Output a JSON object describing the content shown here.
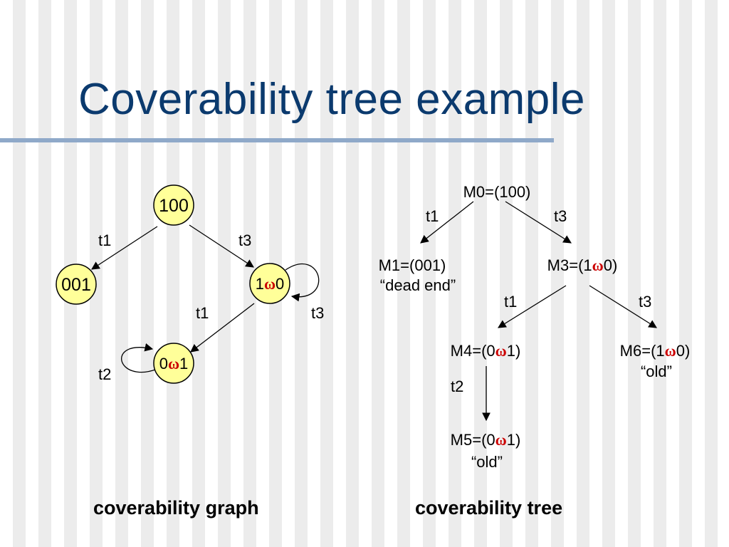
{
  "slide": {
    "title": "Coverability tree example",
    "caption_graph": "coverability graph",
    "caption_tree": "coverability tree"
  },
  "colors": {
    "title": "#0b3a6e",
    "rule": "#8fa9c9",
    "node_fill": "#ffff99",
    "omega": "#cc0000"
  },
  "graph": {
    "nodes": {
      "n100": "100",
      "n001": "001",
      "n1w0_pre": "1",
      "n1w0_omega": "ω",
      "n1w0_post": "0",
      "n0w1_pre": "0",
      "n0w1_omega": "ω",
      "n0w1_post": "1"
    },
    "edges": {
      "e1": "t1",
      "e2": "t3",
      "e3": "t1",
      "e4": "t3",
      "e5": "t2"
    }
  },
  "tree": {
    "m0": "M0=(100)",
    "m1": "M1=(001)",
    "m1_note": "“dead end”",
    "m3_pre": "M3=(1",
    "m3_omega": "ω",
    "m3_post": "0)",
    "m4_pre": "M4=(0",
    "m4_omega": "ω",
    "m4_post": "1)",
    "m6_pre": "M6=(1",
    "m6_omega": "ω",
    "m6_post": "0)",
    "m6_note": "“old”",
    "m5_pre": "M5=(0",
    "m5_omega": "ω",
    "m5_post": "1)",
    "m5_note": "“old”",
    "e_m0_m1": "t1",
    "e_m0_m3": "t3",
    "e_m3_m4": "t1",
    "e_m3_m6": "t3",
    "e_m4_m5": "t2"
  }
}
